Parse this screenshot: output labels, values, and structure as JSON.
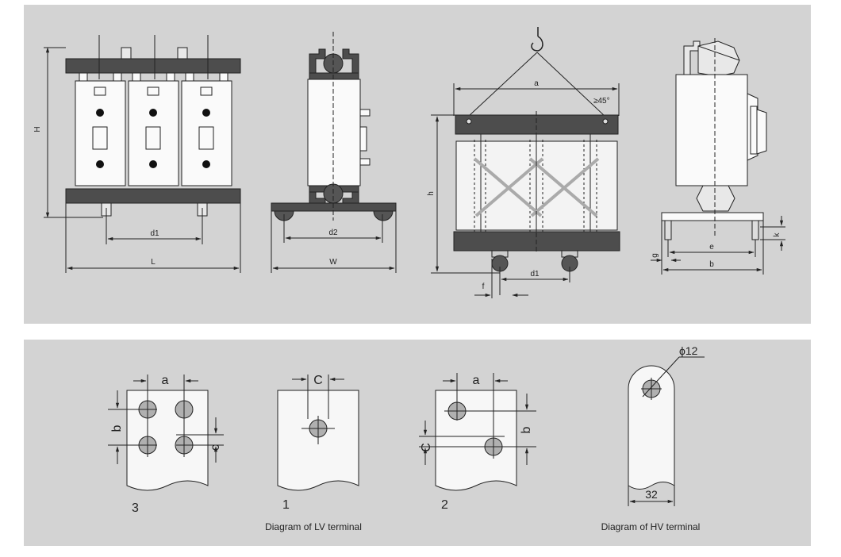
{
  "top": {
    "front_view": {
      "height_label": "H",
      "dim_d1": "d1",
      "dim_L": "L"
    },
    "side_view": {
      "dim_d2": "d2",
      "dim_W": "W"
    },
    "lifting_view": {
      "dim_a": "a",
      "angle": "≥45°",
      "dim_h": "h",
      "dim_d1": "d1",
      "dim_f": "f"
    },
    "end_view": {
      "dim_e": "e",
      "dim_b": "b",
      "dim_g": "g",
      "dim_k": "k"
    }
  },
  "bottom": {
    "terminal_3": {
      "dim_a": "a",
      "dim_b": "b",
      "dim_c": "c",
      "number": "3"
    },
    "terminal_1": {
      "dim_c": "C",
      "number": "1"
    },
    "terminal_2": {
      "dim_a": "a",
      "dim_b": "b",
      "dim_c": "C",
      "number": "2"
    },
    "hv_terminal": {
      "hole": "ϕ12",
      "width": "32"
    },
    "lv_caption": "Diagram of LV terminal",
    "hv_caption": "Diagram of HV terminal"
  }
}
